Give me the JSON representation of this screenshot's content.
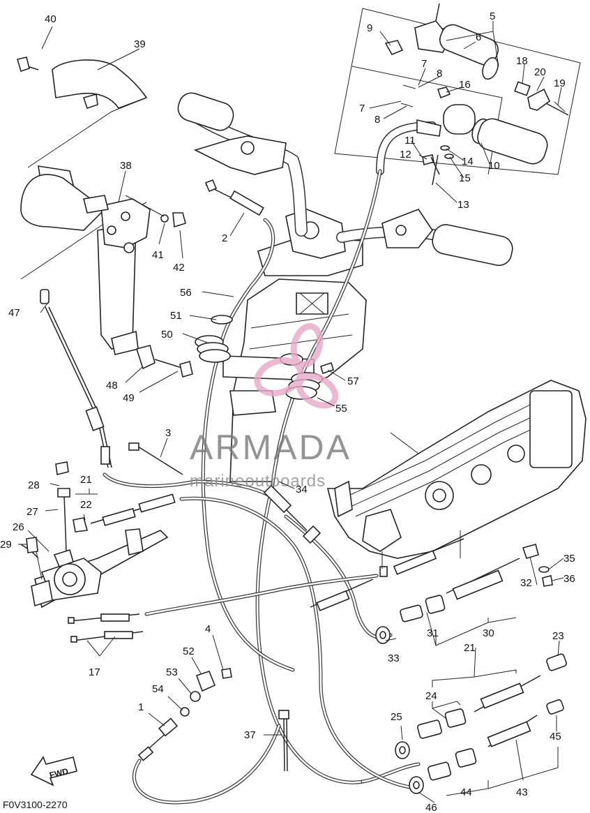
{
  "diagram": {
    "code": "F0V3100-2270",
    "watermark": {
      "brand": "ARMADA",
      "tagline": "marineoutboards",
      "logo_color": "#e7a8c6"
    },
    "direction_badge": "FWD",
    "callouts": {
      "c1": "1",
      "c2": "2",
      "c3": "3",
      "c4": "4",
      "c5": "5",
      "c6": "6",
      "c7a": "7",
      "c7b": "7",
      "c8a": "8",
      "c8b": "8",
      "c9": "9",
      "c10": "10",
      "c11": "11",
      "c12": "12",
      "c13": "13",
      "c14": "14",
      "c15": "15",
      "c16": "16",
      "c17": "17",
      "c18": "18",
      "c19": "19",
      "c20": "20",
      "c21a": "21",
      "c21b": "21",
      "c22": "22",
      "c23": "23",
      "c24": "24",
      "c25": "25",
      "c26": "26",
      "c27": "27",
      "c28": "28",
      "c29": "29",
      "c30": "30",
      "c31": "31",
      "c32": "32",
      "c33": "33",
      "c34": "34",
      "c35": "35",
      "c36": "36",
      "c37": "37",
      "c38": "38",
      "c39": "39",
      "c40": "40",
      "c41": "41",
      "c42": "42",
      "c43": "43",
      "c44": "44",
      "c45": "45",
      "c46": "46",
      "c47": "47",
      "c48": "48",
      "c49": "49",
      "c50": "50",
      "c51": "51",
      "c52": "52",
      "c53": "53",
      "c54": "54",
      "c55": "55",
      "c56": "56",
      "c57": "57"
    }
  }
}
